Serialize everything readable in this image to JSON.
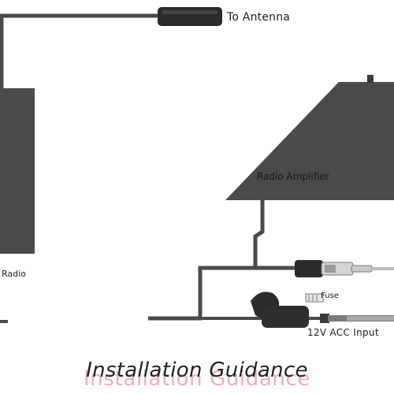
{
  "labels": {
    "antenna": "To Antenna",
    "amplifier": "Radio Amplifier",
    "radio": "Radio",
    "fuse": "Fuse",
    "power": "12V ACC  Input",
    "title": "Installation Guidance",
    "watermark": "Installation Guidance"
  },
  "colors": {
    "box": "#4a4a4a",
    "cable": "#4a4a4a",
    "connector": "#2b2b2b",
    "plug_metal": "#c9c9c9",
    "title": "#222222",
    "watermark": "#e0505a"
  },
  "icons": [
    "antenna-connector-icon",
    "radio-plug-icon",
    "fuse-holder-icon",
    "power-clip-icon"
  ]
}
